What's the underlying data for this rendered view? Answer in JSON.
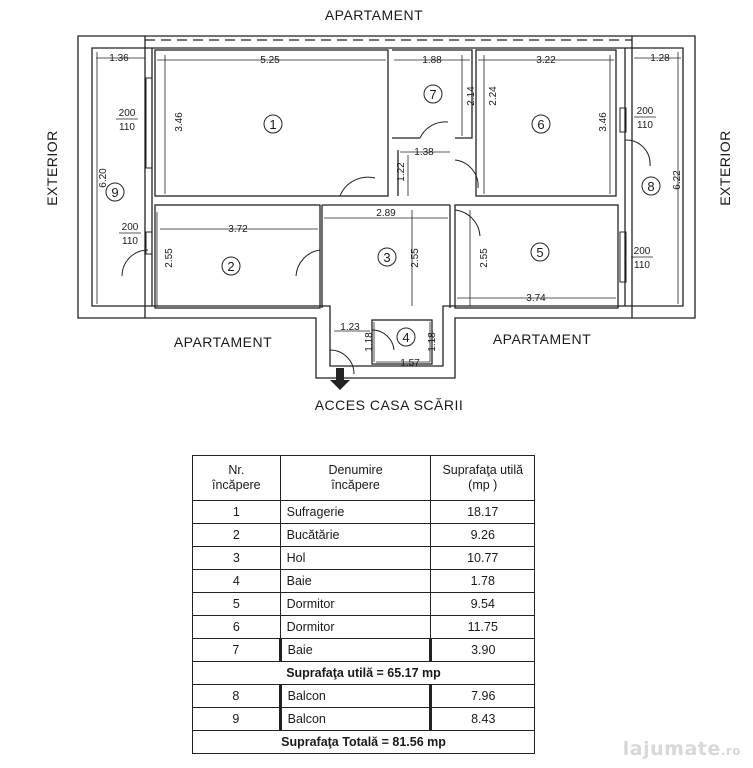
{
  "plan": {
    "labels": {
      "top": "APARTAMENT",
      "bottom_left": "APARTAMENT",
      "bottom_right": "APARTAMENT",
      "exterior_left": "EXTERIOR",
      "exterior_right": "EXTERIOR",
      "access": "ACCES CASA SCĂRII"
    },
    "room_numbers": [
      "1",
      "2",
      "3",
      "4",
      "5",
      "6",
      "7",
      "8",
      "9"
    ],
    "dimensions": [
      "1.36",
      "5.25",
      "1.88",
      "3.22",
      "1.28",
      "3.46",
      "2.14",
      "2.24",
      "3.46",
      "6.20",
      "6.22",
      "1.22",
      "1.38",
      "2.89",
      "3.72",
      "2.55",
      "2.55",
      "2.55",
      "3.74",
      "1.23",
      "1.18",
      "1.18",
      "1.57"
    ],
    "windows": [
      {
        "w": "200",
        "h": "110"
      },
      {
        "w": "200",
        "h": "110"
      },
      {
        "w": "200",
        "h": "110"
      },
      {
        "w": "200",
        "h": "110"
      }
    ]
  },
  "table": {
    "headers": {
      "nr_line1": "Nr.",
      "nr_line2": "încăpere",
      "name_line1": "Denumire",
      "name_line2": "încăpere",
      "area_line1": "Suprafaţa utilă",
      "area_line2": "(mp )"
    },
    "rows_a": [
      {
        "nr": "1",
        "name": "Sufragerie",
        "area": "18.17"
      },
      {
        "nr": "2",
        "name": "Bucătărie",
        "area": "9.26"
      },
      {
        "nr": "3",
        "name": "Hol",
        "area": "10.77"
      },
      {
        "nr": "4",
        "name": "Baie",
        "area": "1.78"
      },
      {
        "nr": "5",
        "name": "Dormitor",
        "area": "9.54"
      },
      {
        "nr": "6",
        "name": "Dormitor",
        "area": "11.75"
      },
      {
        "nr": "7",
        "name": "Baie",
        "area": "3.90"
      }
    ],
    "subtotal": "Suprafaţa utilă = 65.17 mp",
    "rows_b": [
      {
        "nr": "8",
        "name": "Balcon",
        "area": "7.96"
      },
      {
        "nr": "9",
        "name": "Balcon",
        "area": "8.43"
      }
    ],
    "total": "Suprafaţa Totală = 81.56 mp"
  },
  "watermark": {
    "text": "lajumate",
    "suffix": ".ro"
  }
}
